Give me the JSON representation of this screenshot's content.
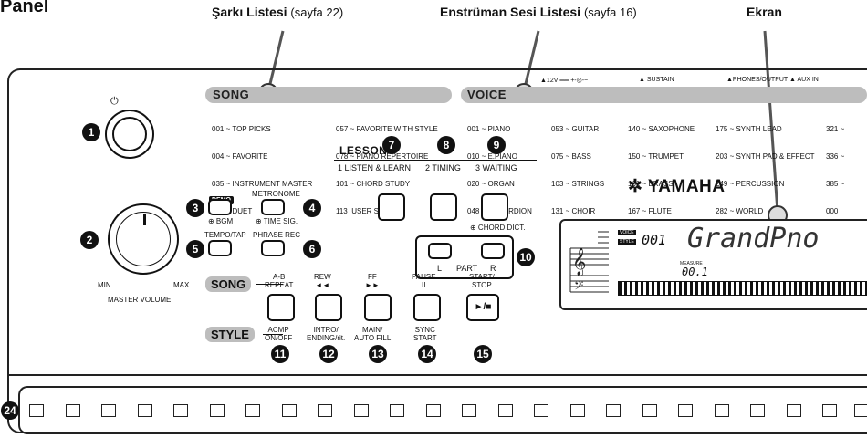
{
  "title": "Panel",
  "callouts": {
    "song_list": {
      "bold": "Şarkı Listesi",
      "page": "(sayfa 22)"
    },
    "voice_list": {
      "bold": "Enstrüman Sesi Listesi",
      "page": "(sayfa 16)"
    },
    "display": {
      "bold": "Ekran"
    }
  },
  "song": {
    "label": "SONG",
    "col1": [
      "001 ~ TOP PICKS",
      "004 ~ FAVORITE",
      "035 ~ INSTRUMENT MASTER",
      "043 ~ DUET"
    ],
    "col2": [
      "057 ~ FAVORITE WITH STYLE",
      "078 ~ PIANO REPERTOIRE",
      "101 ~ CHORD STUDY",
      "113  USER SONG"
    ]
  },
  "voice": {
    "label": "VOICE",
    "col1": [
      "001 ~ PIANO",
      "010 ~ E.PIANO",
      "020 ~ ORGAN",
      "048 ~ ACCORDION"
    ],
    "col2": [
      "053 ~ GUITAR",
      "075 ~ BASS",
      "103 ~ STRINGS",
      "131 ~ CHOIR"
    ],
    "col3": [
      "140 ~ SAXOPHONE",
      "150 ~ TRUMPET",
      "161 ~ BRASS",
      "167 ~ FLUTE"
    ],
    "col4": [
      "175 ~ SYNTH LEAD",
      "203 ~ SYNTH PAD & EFFECT",
      "249 ~ PERCUSSION",
      "282 ~ WORLD"
    ],
    "col5": [
      "321 ~",
      "336 ~",
      "385 ~",
      "000"
    ]
  },
  "rear": {
    "dc": "▲12V ══ +-◎-−",
    "sustain": "▲ SUSTAIN",
    "phones": "▲PHONES/OUTPUT  ▲ AUX IN"
  },
  "lesson": {
    "title": "LESSON",
    "b1": "1 LISTEN & LEARN",
    "b2": "2 TIMING",
    "b3": "3 WAITING",
    "chord_dict": "⊕ CHORD DICT."
  },
  "part": {
    "l": "L",
    "part": "PART",
    "r": "R"
  },
  "brand": "YAMAHA",
  "buttons": {
    "demo": "DEMO",
    "bgm": "⊕ BGM",
    "metronome": "METRONOME",
    "time_sig": "⊕ TIME SIG.",
    "tempo": "TEMPO/TAP",
    "phrase": "PHRASE REC",
    "min": "MIN",
    "max": "MAX",
    "master_volume": "MASTER VOLUME"
  },
  "transport": {
    "song_tag": "SONG",
    "style_tag": "STYLE",
    "ab": "A-B\nREPEAT",
    "rew": "REW\n◄◄",
    "ff": "FF\n►►",
    "pause": "PAUSE\nII",
    "start": "START/\nSTOP",
    "play_glyph": "►/■",
    "acmp": "ACMP\nON/OFF",
    "intro": "INTRO/\nENDING/rit.",
    "main": "MAIN/\nAUTO FILL",
    "sync": "SYNC\nSTART"
  },
  "lcd": {
    "voice_tag": "VOICE",
    "style_tag": "STYLE",
    "number": "001",
    "name": "GrandPno",
    "measure_label": "MEASURE",
    "measure_value": "00.1"
  },
  "numbers": [
    "1",
    "2",
    "3",
    "4",
    "5",
    "6",
    "7",
    "8",
    "9",
    "10",
    "11",
    "12",
    "13",
    "14",
    "15",
    "24"
  ]
}
